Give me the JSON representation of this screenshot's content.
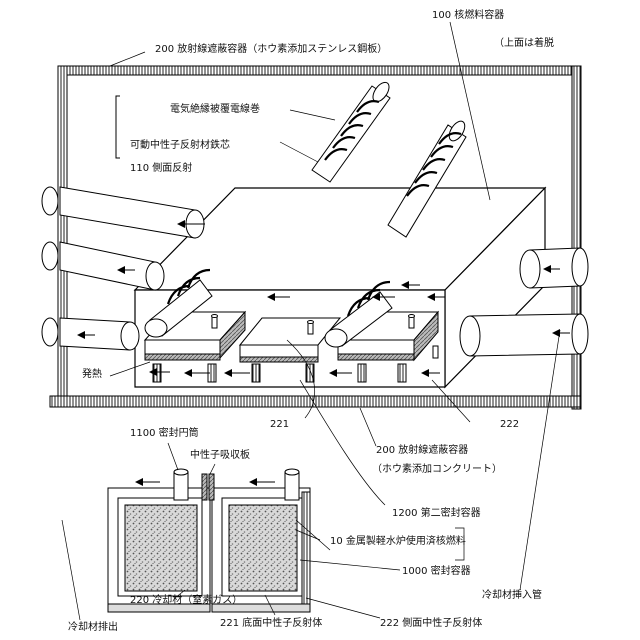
{
  "labels": {
    "container_100": "100 核燃料容器",
    "top_detachable": "（上面は着脱",
    "shield_200_top": "200 放射線遮蔽容器（ホウ素添加ステンレス鋼板）",
    "insulated_wire": "電気絶縁被覆電線巻",
    "movable_reflector": "可動中性子反射材鉄芯",
    "side_reflector_110": "110 側面反射",
    "heat_gen": "発熱",
    "n221_upper": "221",
    "n222_upper": "222",
    "shield_200_bottom_1": "200 放射線遮蔽容器",
    "shield_200_bottom_2": "（ホウ素添加コンクリート）",
    "cylinder_1100": "1100 密封円筒",
    "absorber_plate": "中性子吸収板",
    "vessel_1200": "1200 第二密封容器",
    "fuel_10": "10 金属製軽水炉使用済核燃料",
    "sealed_1000": "1000 密封容器",
    "coolant_in": "冷却材挿入管",
    "coolant_out": "冷却材排出",
    "coolant_220": "220 冷却材（窒素ガス）",
    "bottom_reflector_221": "221 底面中性子反射体",
    "side_reflector_222": "222 側面中性子反射体"
  }
}
